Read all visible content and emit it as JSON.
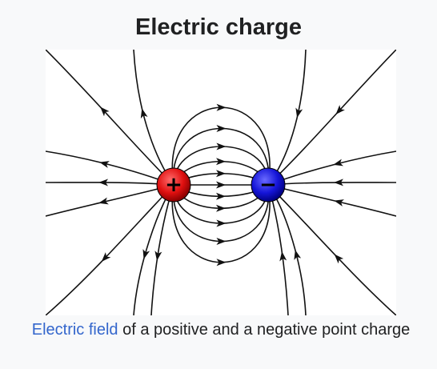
{
  "infobox": {
    "title": "Electric charge"
  },
  "figure": {
    "positive_charge_symbol": "+",
    "negative_charge_symbol": "−",
    "colors": {
      "positive": "#e01010",
      "negative": "#1515d8",
      "field_lines": "#111111"
    }
  },
  "caption": {
    "link_text": "Electric field",
    "rest_text": " of a positive and a negative point charge",
    "link_color": "#3366cc"
  }
}
